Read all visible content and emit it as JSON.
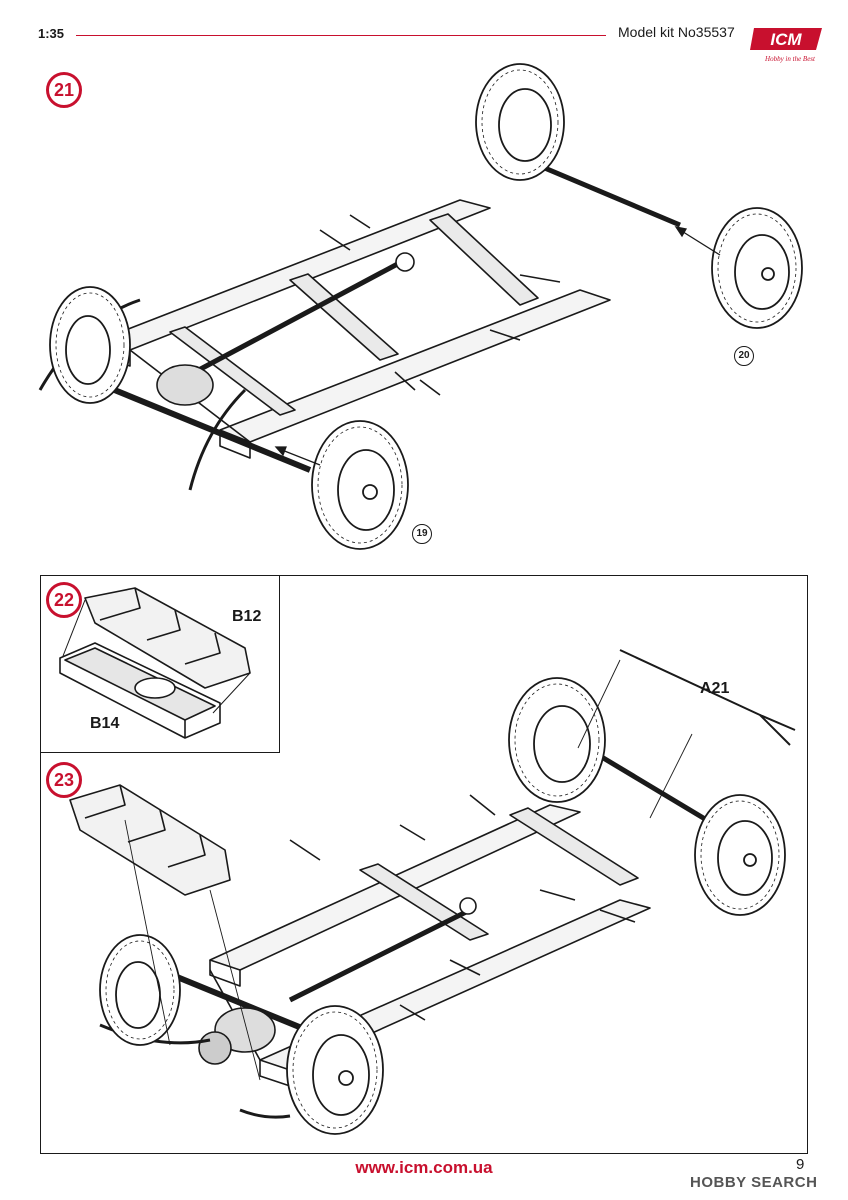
{
  "header": {
    "scale": "1:35",
    "kit_title": "Model kit No35537",
    "brand_logo": "ICM",
    "brand_tagline": "Hobby in the Best"
  },
  "steps": {
    "s21": {
      "number": "21",
      "callouts": [
        "20",
        "19"
      ]
    },
    "s22": {
      "number": "22",
      "parts": [
        "B12",
        "B14"
      ]
    },
    "s23": {
      "number": "23",
      "parts": [
        "A21"
      ]
    }
  },
  "footer": {
    "website": "www.icm.com.ua",
    "page_number": "9",
    "watermark": "HOBBY SEARCH"
  },
  "colors": {
    "accent": "#c8102e",
    "ink": "#1a1a1a"
  }
}
